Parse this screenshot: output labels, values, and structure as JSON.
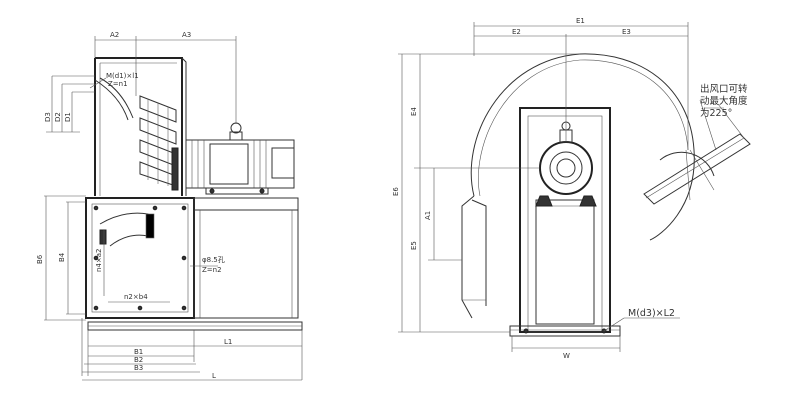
{
  "left_view": {
    "dims_top": [
      "A2",
      "A3"
    ],
    "dims_left": [
      "D3",
      "D2",
      "D1",
      "B6",
      "B4"
    ],
    "dims_bottom": [
      "B1",
      "B2",
      "B3",
      "L1",
      "L"
    ],
    "flange_note_line1": "M(d1)×l1",
    "flange_note_line2": "Z=n1",
    "hole_note_line1": "φ8.5孔",
    "hole_note_line2": "Z=n2",
    "pitch_note_a": "n4×a2",
    "pitch_note_b": "n2×b4"
  },
  "right_view": {
    "dims_top": [
      "E1",
      "E2",
      "E3"
    ],
    "dims_left": [
      "E6",
      "E4",
      "A1",
      "E5"
    ],
    "dim_bottom": "W",
    "outlet_note_line1": "出风口可转",
    "outlet_note_line2": "动最大角度",
    "outlet_note_line3": "为225°",
    "anchor_note": "M(d3)×L2"
  },
  "colors": {
    "line": "#333333",
    "background": "#ffffff"
  }
}
